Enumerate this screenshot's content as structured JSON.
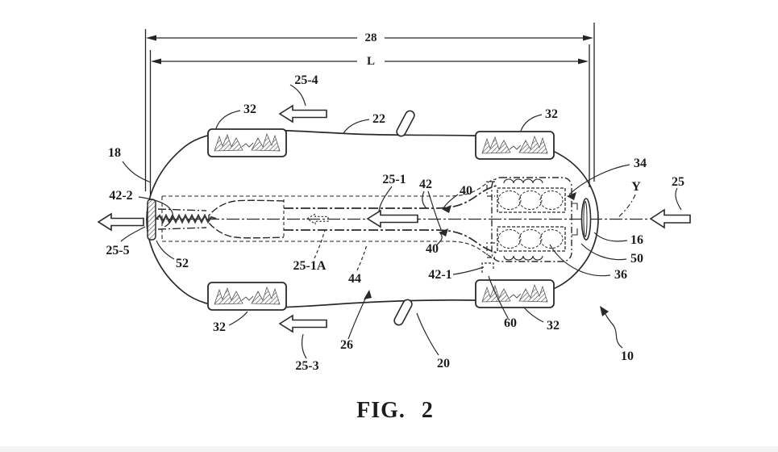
{
  "figure": {
    "caption": "FIG. 2",
    "type": "patent-drawing",
    "line_color": "#262626",
    "background_color": "#ffffff",
    "tread_color": "#6b6b6b"
  },
  "dimensions": {
    "overall_width_label": "28",
    "length_label": "L"
  },
  "labels": {
    "n25_4": "25-4",
    "n32_front_top": "32",
    "n22": "22",
    "n32_rear_top": "32",
    "n18": "18",
    "n34": "34",
    "nY": "Y",
    "n25": "25",
    "n42_2": "42-2",
    "n25_1": "25-1",
    "n42": "42",
    "n40_upper": "40",
    "n16": "16",
    "n25_5": "25-5",
    "n52": "52",
    "n50": "50",
    "n36": "36",
    "n25_1A": "25-1A",
    "n44": "44",
    "n42_1": "42-1",
    "n40_lower": "40",
    "n32_front_bottom": "32",
    "n25_3": "25-3",
    "n26": "26",
    "n20": "20",
    "n60": "60",
    "n32_rear_bottom": "32",
    "n10": "10"
  }
}
